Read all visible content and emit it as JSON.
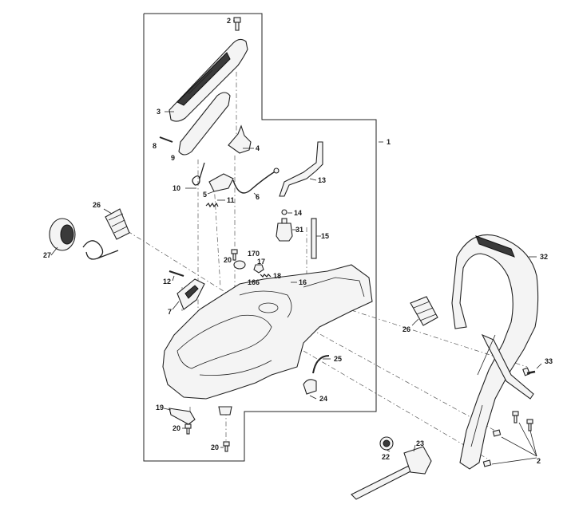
{
  "callouts": {
    "c1": "1",
    "c2_top": "2",
    "c2_right": "2",
    "c3": "3",
    "c4": "4",
    "c5": "5",
    "c6": "6",
    "c7": "7",
    "c8": "8",
    "c9": "9",
    "c10": "10",
    "c11": "11",
    "c12": "12",
    "c13": "13",
    "c14": "14",
    "c15": "15",
    "c16": "16",
    "c17": "17",
    "c18": "18",
    "c19": "19",
    "c20_a": "20",
    "c20_b": "20",
    "c20_c": "20",
    "c22": "22",
    "c23": "23",
    "c24": "24",
    "c25": "25",
    "c26_left": "26",
    "c26_right": "26",
    "c27": "27",
    "c31": "31",
    "c32": "32",
    "c33": "33",
    "c166": "166",
    "c170": "170"
  }
}
